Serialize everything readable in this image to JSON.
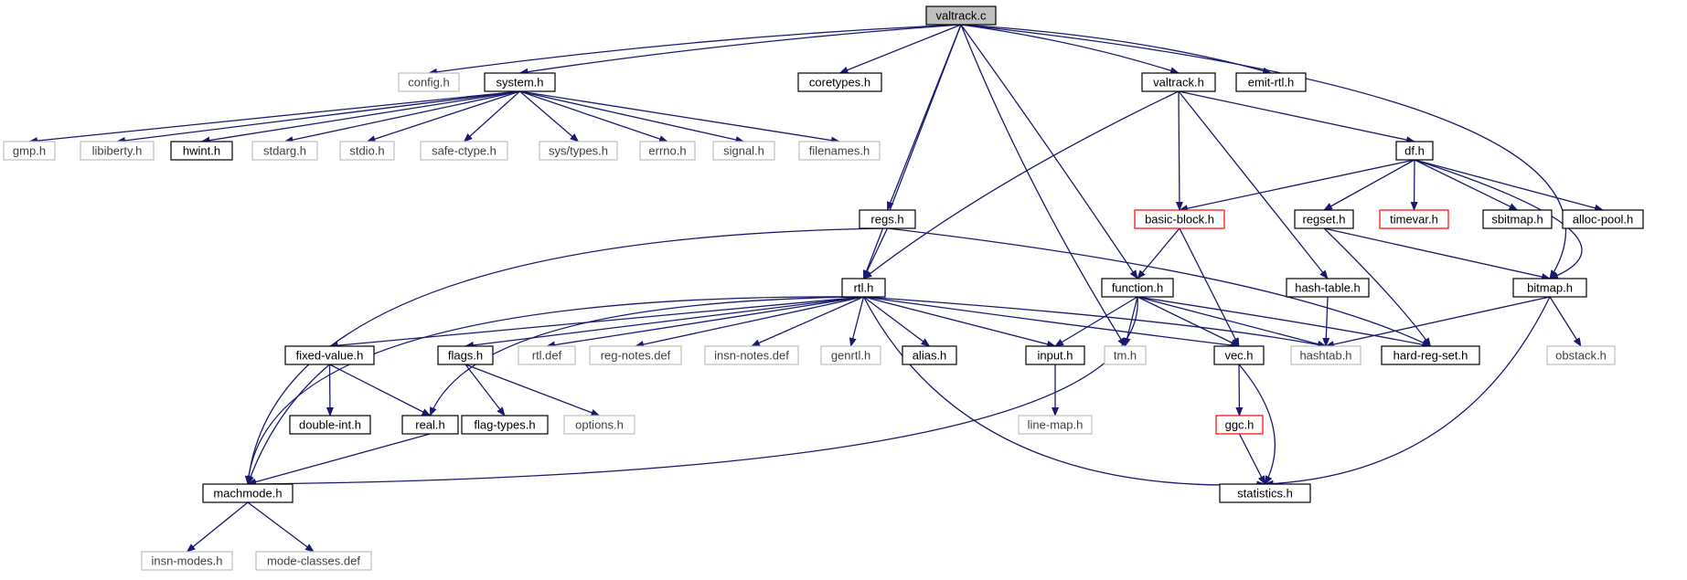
{
  "diagram": {
    "colors": {
      "edge": "#191970",
      "node_border_normal": "#000000",
      "node_border_external": "#bfbfbf",
      "node_border_truncated": "#ff0000",
      "root_fill": "#bfbfbf",
      "text_normal": "#000000",
      "text_external": "#404040"
    },
    "nodes": [
      {
        "id": "valtrack_c",
        "label": "valtrack.c",
        "kind": "root"
      },
      {
        "id": "config_h",
        "label": "config.h",
        "kind": "external"
      },
      {
        "id": "system_h",
        "label": "system.h",
        "kind": "normal"
      },
      {
        "id": "coretypes_h",
        "label": "coretypes.h",
        "kind": "normal"
      },
      {
        "id": "valtrack_h",
        "label": "valtrack.h",
        "kind": "normal"
      },
      {
        "id": "emit_rtl_h",
        "label": "emit-rtl.h",
        "kind": "normal"
      },
      {
        "id": "gmp_h",
        "label": "gmp.h",
        "kind": "external"
      },
      {
        "id": "libiberty_h",
        "label": "libiberty.h",
        "kind": "external"
      },
      {
        "id": "hwint_h",
        "label": "hwint.h",
        "kind": "normal"
      },
      {
        "id": "stdarg_h",
        "label": "stdarg.h",
        "kind": "external"
      },
      {
        "id": "stdio_h",
        "label": "stdio.h",
        "kind": "external"
      },
      {
        "id": "safe_ctype_h",
        "label": "safe-ctype.h",
        "kind": "external"
      },
      {
        "id": "sys_types_h",
        "label": "sys/types.h",
        "kind": "external"
      },
      {
        "id": "errno_h",
        "label": "errno.h",
        "kind": "external"
      },
      {
        "id": "signal_h",
        "label": "signal.h",
        "kind": "external"
      },
      {
        "id": "filenames_h",
        "label": "filenames.h",
        "kind": "external"
      },
      {
        "id": "df_h",
        "label": "df.h",
        "kind": "normal"
      },
      {
        "id": "regs_h",
        "label": "regs.h",
        "kind": "normal"
      },
      {
        "id": "basic_block_h",
        "label": "basic-block.h",
        "kind": "truncated"
      },
      {
        "id": "regset_h",
        "label": "regset.h",
        "kind": "normal"
      },
      {
        "id": "timevar_h",
        "label": "timevar.h",
        "kind": "truncated"
      },
      {
        "id": "sbitmap_h",
        "label": "sbitmap.h",
        "kind": "normal"
      },
      {
        "id": "alloc_pool_h",
        "label": "alloc-pool.h",
        "kind": "normal"
      },
      {
        "id": "rtl_h",
        "label": "rtl.h",
        "kind": "normal"
      },
      {
        "id": "function_h",
        "label": "function.h",
        "kind": "normal"
      },
      {
        "id": "hash_table_h",
        "label": "hash-table.h",
        "kind": "normal"
      },
      {
        "id": "bitmap_h",
        "label": "bitmap.h",
        "kind": "normal"
      },
      {
        "id": "fixed_value_h",
        "label": "fixed-value.h",
        "kind": "normal"
      },
      {
        "id": "flags_h",
        "label": "flags.h",
        "kind": "normal"
      },
      {
        "id": "rtl_def",
        "label": "rtl.def",
        "kind": "external"
      },
      {
        "id": "reg_notes_def",
        "label": "reg-notes.def",
        "kind": "external"
      },
      {
        "id": "insn_notes_def",
        "label": "insn-notes.def",
        "kind": "external"
      },
      {
        "id": "genrtl_h",
        "label": "genrtl.h",
        "kind": "external"
      },
      {
        "id": "alias_h",
        "label": "alias.h",
        "kind": "normal"
      },
      {
        "id": "input_h",
        "label": "input.h",
        "kind": "normal"
      },
      {
        "id": "tm_h",
        "label": "tm.h",
        "kind": "external"
      },
      {
        "id": "vec_h",
        "label": "vec.h",
        "kind": "normal"
      },
      {
        "id": "hashtab_h",
        "label": "hashtab.h",
        "kind": "external"
      },
      {
        "id": "hard_reg_set_h",
        "label": "hard-reg-set.h",
        "kind": "normal"
      },
      {
        "id": "obstack_h",
        "label": "obstack.h",
        "kind": "external"
      },
      {
        "id": "double_int_h",
        "label": "double-int.h",
        "kind": "normal"
      },
      {
        "id": "real_h",
        "label": "real.h",
        "kind": "normal"
      },
      {
        "id": "flag_types_h",
        "label": "flag-types.h",
        "kind": "normal"
      },
      {
        "id": "options_h",
        "label": "options.h",
        "kind": "external"
      },
      {
        "id": "line_map_h",
        "label": "line-map.h",
        "kind": "external"
      },
      {
        "id": "ggc_h",
        "label": "ggc.h",
        "kind": "truncated"
      },
      {
        "id": "machmode_h",
        "label": "machmode.h",
        "kind": "normal"
      },
      {
        "id": "statistics_h",
        "label": "statistics.h",
        "kind": "normal"
      },
      {
        "id": "insn_modes_h",
        "label": "insn-modes.h",
        "kind": "external"
      },
      {
        "id": "mode_classes_def",
        "label": "mode-classes.def",
        "kind": "external"
      }
    ],
    "edges": [
      [
        "valtrack_c",
        "config_h"
      ],
      [
        "valtrack_c",
        "system_h"
      ],
      [
        "valtrack_c",
        "coretypes_h"
      ],
      [
        "valtrack_c",
        "valtrack_h"
      ],
      [
        "valtrack_c",
        "emit_rtl_h"
      ],
      [
        "valtrack_c",
        "regs_h"
      ],
      [
        "valtrack_c",
        "rtl_h"
      ],
      [
        "valtrack_c",
        "function_h"
      ],
      [
        "valtrack_c",
        "tm_h"
      ],
      [
        "valtrack_c",
        "bitmap_h"
      ],
      [
        "system_h",
        "gmp_h"
      ],
      [
        "system_h",
        "libiberty_h"
      ],
      [
        "system_h",
        "hwint_h"
      ],
      [
        "system_h",
        "stdarg_h"
      ],
      [
        "system_h",
        "stdio_h"
      ],
      [
        "system_h",
        "safe_ctype_h"
      ],
      [
        "system_h",
        "sys_types_h"
      ],
      [
        "system_h",
        "errno_h"
      ],
      [
        "system_h",
        "signal_h"
      ],
      [
        "system_h",
        "filenames_h"
      ],
      [
        "valtrack_h",
        "df_h"
      ],
      [
        "valtrack_h",
        "basic_block_h"
      ],
      [
        "valtrack_h",
        "hash_table_h"
      ],
      [
        "valtrack_h",
        "rtl_h"
      ],
      [
        "df_h",
        "basic_block_h"
      ],
      [
        "df_h",
        "regset_h"
      ],
      [
        "df_h",
        "timevar_h"
      ],
      [
        "df_h",
        "sbitmap_h"
      ],
      [
        "df_h",
        "alloc_pool_h"
      ],
      [
        "df_h",
        "bitmap_h"
      ],
      [
        "regs_h",
        "rtl_h"
      ],
      [
        "regs_h",
        "machmode_h"
      ],
      [
        "regs_h",
        "hard_reg_set_h"
      ],
      [
        "basic_block_h",
        "function_h"
      ],
      [
        "basic_block_h",
        "vec_h"
      ],
      [
        "regset_h",
        "bitmap_h"
      ],
      [
        "regset_h",
        "hard_reg_set_h"
      ],
      [
        "hash_table_h",
        "hashtab_h"
      ],
      [
        "bitmap_h",
        "hashtab_h"
      ],
      [
        "bitmap_h",
        "obstack_h"
      ],
      [
        "bitmap_h",
        "statistics_h"
      ],
      [
        "rtl_h",
        "fixed_value_h"
      ],
      [
        "rtl_h",
        "flags_h"
      ],
      [
        "rtl_h",
        "rtl_def"
      ],
      [
        "rtl_h",
        "reg_notes_def"
      ],
      [
        "rtl_h",
        "insn_notes_def"
      ],
      [
        "rtl_h",
        "genrtl_h"
      ],
      [
        "rtl_h",
        "alias_h"
      ],
      [
        "rtl_h",
        "input_h"
      ],
      [
        "rtl_h",
        "vec_h"
      ],
      [
        "rtl_h",
        "hashtab_h"
      ],
      [
        "rtl_h",
        "real_h"
      ],
      [
        "rtl_h",
        "machmode_h"
      ],
      [
        "rtl_h",
        "statistics_h"
      ],
      [
        "function_h",
        "input_h"
      ],
      [
        "function_h",
        "tm_h"
      ],
      [
        "function_h",
        "vec_h"
      ],
      [
        "function_h",
        "hashtab_h"
      ],
      [
        "function_h",
        "hard_reg_set_h"
      ],
      [
        "function_h",
        "machmode_h"
      ],
      [
        "fixed_value_h",
        "double_int_h"
      ],
      [
        "fixed_value_h",
        "real_h"
      ],
      [
        "fixed_value_h",
        "machmode_h"
      ],
      [
        "flags_h",
        "flag_types_h"
      ],
      [
        "flags_h",
        "options_h"
      ],
      [
        "input_h",
        "line_map_h"
      ],
      [
        "vec_h",
        "ggc_h"
      ],
      [
        "vec_h",
        "statistics_h"
      ],
      [
        "ggc_h",
        "statistics_h"
      ],
      [
        "real_h",
        "machmode_h"
      ],
      [
        "machmode_h",
        "insn_modes_h"
      ],
      [
        "machmode_h",
        "mode_classes_def"
      ]
    ]
  }
}
